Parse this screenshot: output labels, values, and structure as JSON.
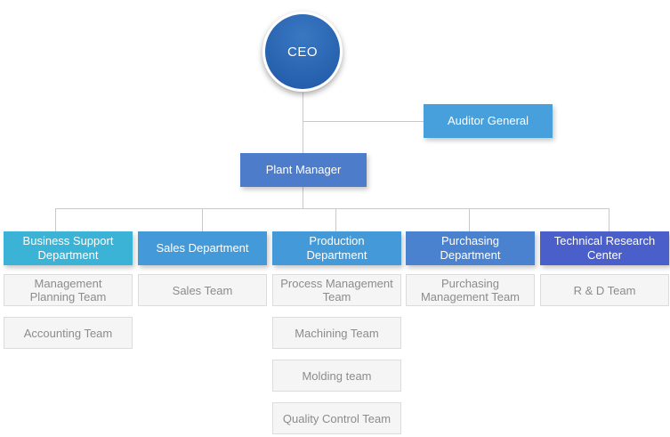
{
  "org": {
    "ceo": "CEO",
    "auditor_general": "Auditor General",
    "plant_manager": "Plant Manager",
    "departments": [
      {
        "label": "Business Support Department",
        "color": "#3bb3d6",
        "teams": [
          "Management Planning Team",
          "Accounting Team"
        ]
      },
      {
        "label": "Sales Department",
        "color": "#449ad8",
        "teams": [
          "Sales Team"
        ]
      },
      {
        "label": "Production Department",
        "color": "#449ad8",
        "teams": [
          "Process Management Team",
          "Machining Team",
          "Molding team",
          "Quality Control Team"
        ]
      },
      {
        "label": "Purchasing Department",
        "color": "#4a82cf",
        "teams": [
          "Purchasing Management Team"
        ]
      },
      {
        "label": "Technical Research Center",
        "color": "#4a5fc9",
        "teams": [
          "R & D Team"
        ]
      }
    ],
    "colors": {
      "ceo_top": "#3a78c2",
      "ceo_bottom": "#1e57a6",
      "auditor": "#47a0db",
      "plant": "#4d7dca",
      "connector": "#c9c9c9",
      "team_bg": "#f5f5f5",
      "team_border": "#dcdcdc",
      "team_text": "#8c8c8c"
    }
  }
}
